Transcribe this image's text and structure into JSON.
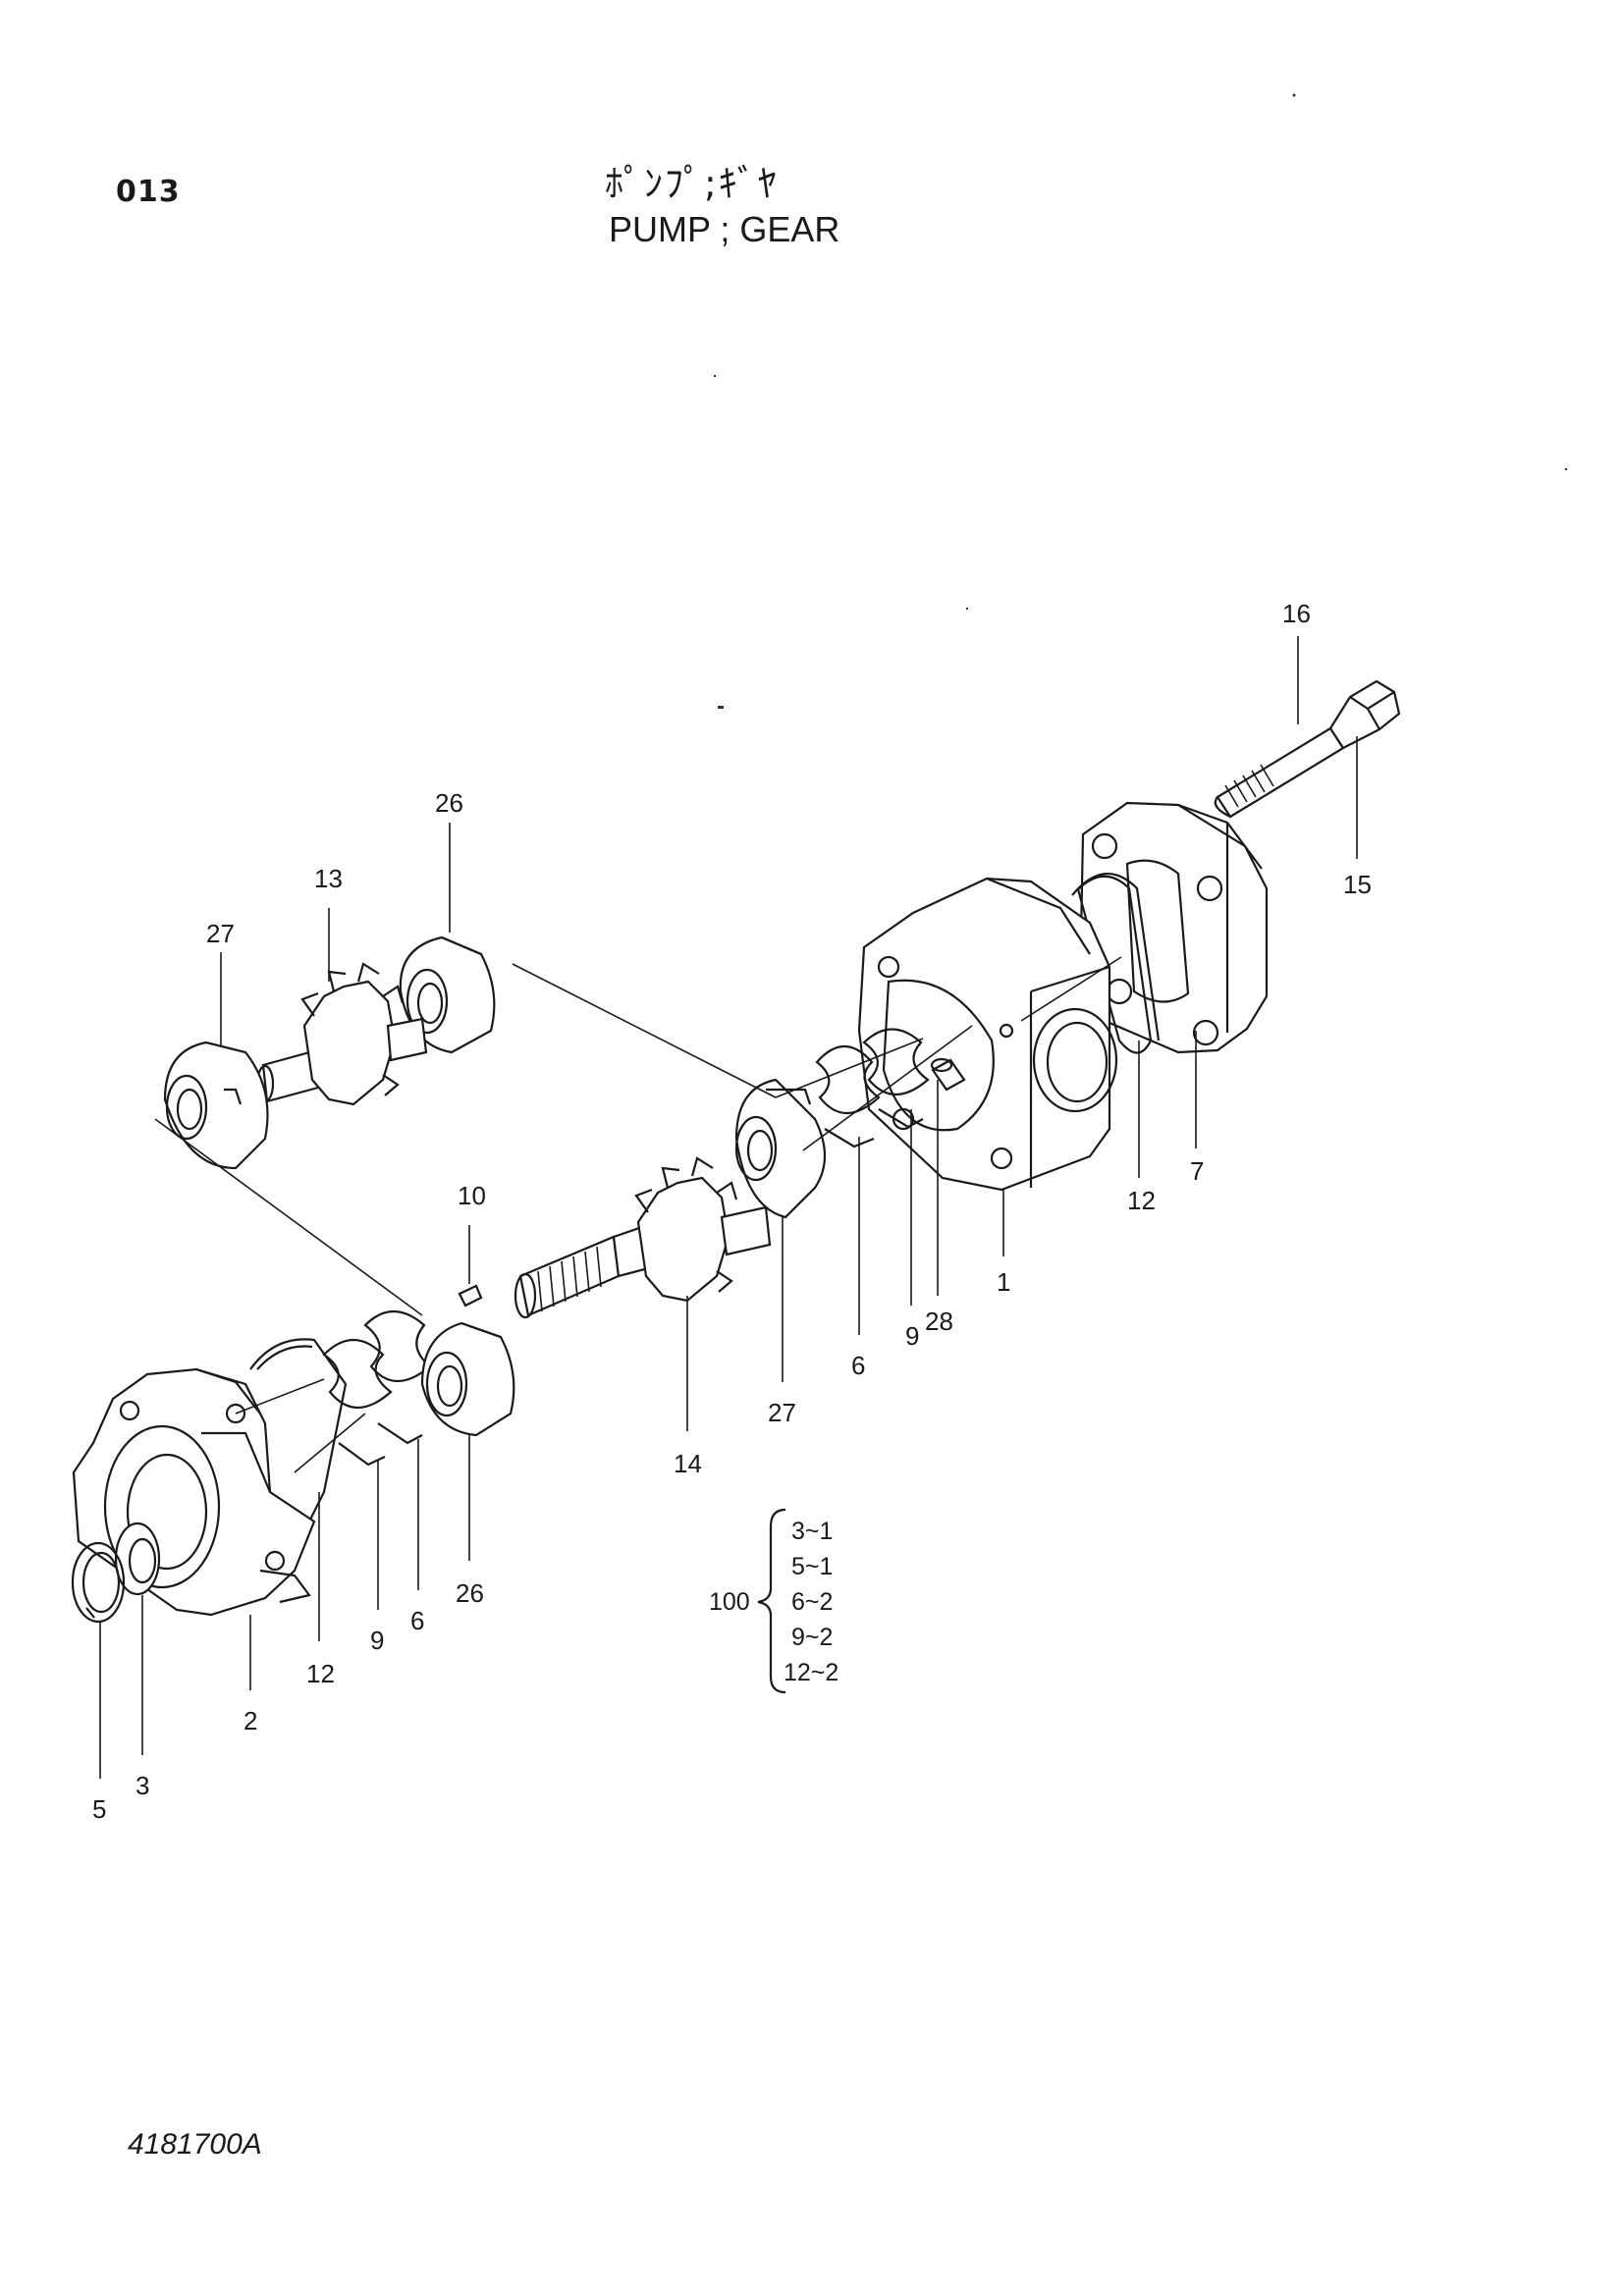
{
  "header": {
    "page_number": "013",
    "title_jp": "ﾎﾟﾝﾌﾟ;ｷﾞﾔ",
    "title_en": "PUMP ; GEAR"
  },
  "callouts": [
    {
      "id": "c16",
      "label": "16"
    },
    {
      "id": "c15",
      "label": "15"
    },
    {
      "id": "c26a",
      "label": "26"
    },
    {
      "id": "c13",
      "label": "13"
    },
    {
      "id": "c27a",
      "label": "27"
    },
    {
      "id": "c10",
      "label": "10"
    },
    {
      "id": "c12a",
      "label": "12"
    },
    {
      "id": "c7",
      "label": "7"
    },
    {
      "id": "c1",
      "label": "1"
    },
    {
      "id": "c28",
      "label": "28"
    },
    {
      "id": "c9a",
      "label": "9"
    },
    {
      "id": "c6a",
      "label": "6"
    },
    {
      "id": "c27b",
      "label": "27"
    },
    {
      "id": "c14",
      "label": "14"
    },
    {
      "id": "c26b",
      "label": "26"
    },
    {
      "id": "c6b",
      "label": "6"
    },
    {
      "id": "c9b",
      "label": "9"
    },
    {
      "id": "c12b",
      "label": "12"
    },
    {
      "id": "c2",
      "label": "2"
    },
    {
      "id": "c3",
      "label": "3"
    },
    {
      "id": "c5",
      "label": "5"
    }
  ],
  "kit": {
    "number": "100",
    "items": [
      "3~1",
      "5~1",
      "6~2",
      "9~2",
      "12~2"
    ]
  },
  "footer": {
    "drawing_number": "4181700A"
  }
}
